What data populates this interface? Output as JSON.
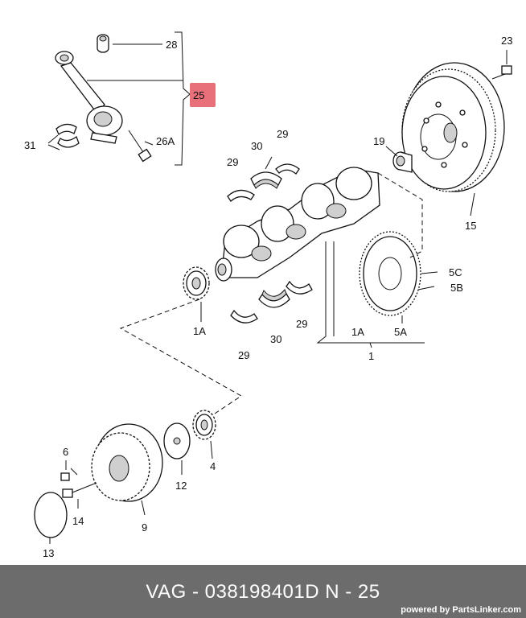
{
  "diagram": {
    "labels": {
      "p28": "28",
      "p25": "25",
      "p31": "31",
      "p26a": "26A",
      "p23": "23",
      "p19": "19",
      "p15": "15",
      "p30_top": "30",
      "p29_top_left": "29",
      "p29_top_right": "29",
      "p5c": "5C",
      "p5b": "5B",
      "p1a_left": "1A",
      "p29_bottom_right": "29",
      "p30_bottom": "30",
      "p29_bottom_left": "29",
      "p1a_right": "1A",
      "p5a": "5A",
      "p1": "1",
      "p6": "6",
      "p4": "4",
      "p12": "12",
      "p14": "14",
      "p9": "9",
      "p13": "13"
    },
    "highlight_color": "#e8707a"
  },
  "footer": {
    "code": "VAG - 038198401D      N - 25",
    "brand": "powered by PartsLinker.com"
  }
}
